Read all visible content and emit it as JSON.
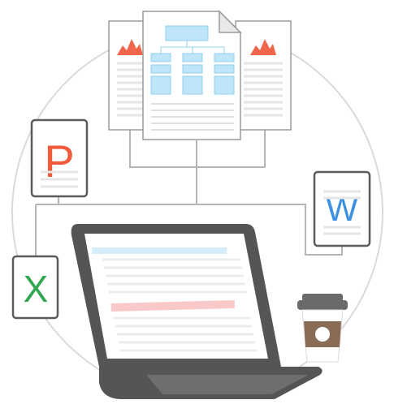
{
  "app_icons": {
    "powerpoint": {
      "letter": "P",
      "color": "#F05A3A"
    },
    "word": {
      "letter": "W",
      "color": "#3D8FE0"
    },
    "excel": {
      "letter": "X",
      "color": "#2FA64F"
    }
  },
  "colors": {
    "outline": "#5B5B5B",
    "connector": "#B5B5B5",
    "circle": "#DADADA",
    "doc_lines": "#E6E6E6",
    "chart_red": "#F0664A",
    "flowchart_blue": "#BFE6F8",
    "flowchart_stroke": "#8FD0EE",
    "highlight_blue": "#D6EEFA",
    "highlight_red": "#F9C9C9",
    "laptop_dark": "#555555",
    "cup_brown": "#8A6B56",
    "cup_lid": "#6A6A6A"
  }
}
